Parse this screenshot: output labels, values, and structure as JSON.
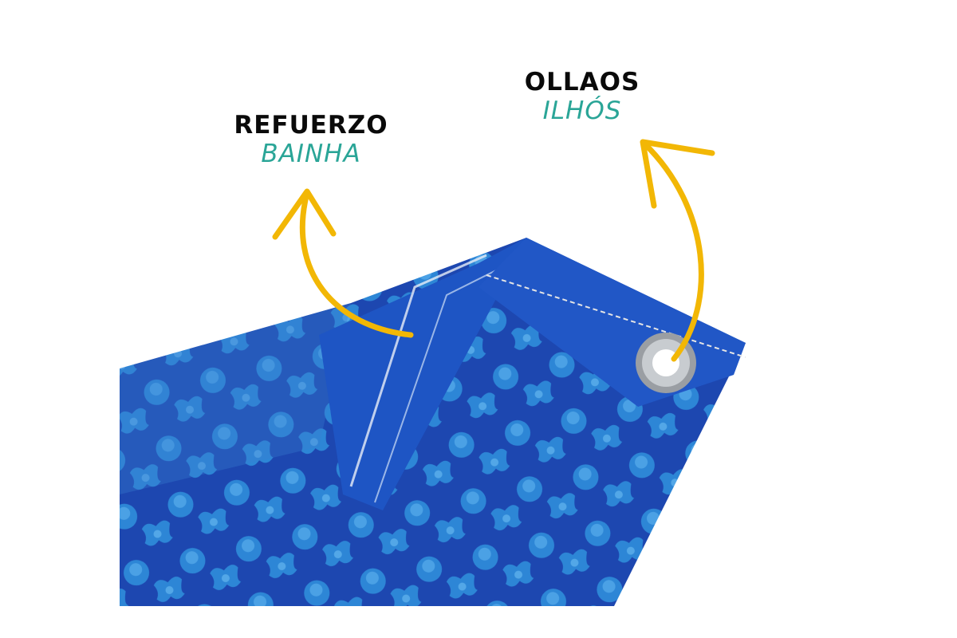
{
  "labels": {
    "hem": {
      "spanish": "REFUERZO",
      "portuguese": "BAINHA"
    },
    "grommets": {
      "spanish": "OLLAOS",
      "portuguese": "ILHÓS"
    }
  },
  "colors": {
    "arrow": "#f2b705",
    "cover_blue": "#1f4fb8",
    "bubble": "#2f8fd8",
    "teal": "#2aa597"
  }
}
